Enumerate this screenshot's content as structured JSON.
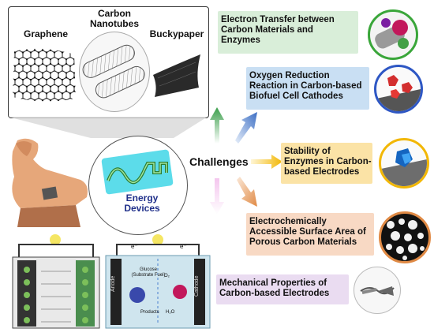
{
  "materials": {
    "graphene": "Graphene",
    "carbon_nanotubes": "Carbon\nNanotubes",
    "buckypaper": "Buckypaper"
  },
  "center": {
    "challenges": "Challenges",
    "energy_devices": "Energy\nDevices"
  },
  "challenges": [
    {
      "label": "Electron Transfer between\nCarbon Materials and\nEnzymes",
      "color": "#d9eed9"
    },
    {
      "label": "Oxygen Reduction\nReaction in Carbon-based\nBiofuel Cell Cathodes",
      "color": "#c9dff3"
    },
    {
      "label": "Stability of\nEnzymes in Carbon-\nbased Electrodes",
      "color": "#fbe3a6"
    },
    {
      "label": "Electrochemically\nAccessible Surface Area of\nPorous Carbon Materials",
      "color": "#f8d9c4"
    },
    {
      "label": "Mechanical Properties of\nCarbon-based Electrodes",
      "color": "#eadcf1"
    }
  ],
  "fuel_cell": {
    "electron_left": "e⁻",
    "electron_right": "e⁻",
    "glucose": "Glucose\n(Substrate Fuel)",
    "o2": "O₂",
    "products": "Products",
    "h2o": "H₂O",
    "anode": "Anode",
    "cathode": "Cathode"
  },
  "colors": {
    "green_arrow": "#4aa85a",
    "blue_arrow": "#4a7fd0",
    "yellow_arrow": "#f2b705",
    "orange_arrow": "#e89a5a",
    "pink_arrow": "#e6a0d8",
    "device_ring": "#555555"
  }
}
